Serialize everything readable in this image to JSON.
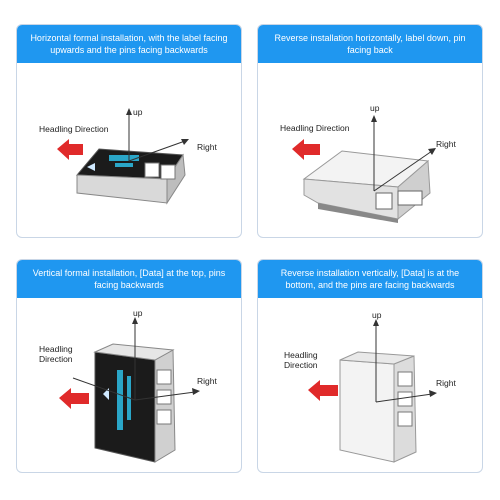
{
  "panels": [
    {
      "title": "Horizontal formal installation, with the label facing upwards and the pins facing backwards",
      "up": "up",
      "right": "Right",
      "heading": [
        "Headling Direction"
      ]
    },
    {
      "title": "Reverse installation horizontally, label down, pin facing back",
      "up": "up",
      "right": "Right",
      "heading": [
        "Headling Direction"
      ]
    },
    {
      "title": "Vertical formal installation, [Data] at the top, pins facing backwards",
      "up": "up",
      "right": "Right",
      "heading": [
        "Headling",
        "Direction"
      ]
    },
    {
      "title": "Reverse installation vertically, [Data] is at the bottom, and the pins are facing backwards",
      "up": "up",
      "right": "Right",
      "heading": [
        "Headling",
        "Direction"
      ]
    }
  ],
  "colors": {
    "header_bg": "#1f97f0",
    "arrow_red": "#e02a2a",
    "device_dark": "#1b1b1b",
    "device_light": "#eeeeee"
  },
  "icons": [
    "heading-arrow-icon",
    "flight-controller-icon",
    "axis-arrow-icon"
  ]
}
